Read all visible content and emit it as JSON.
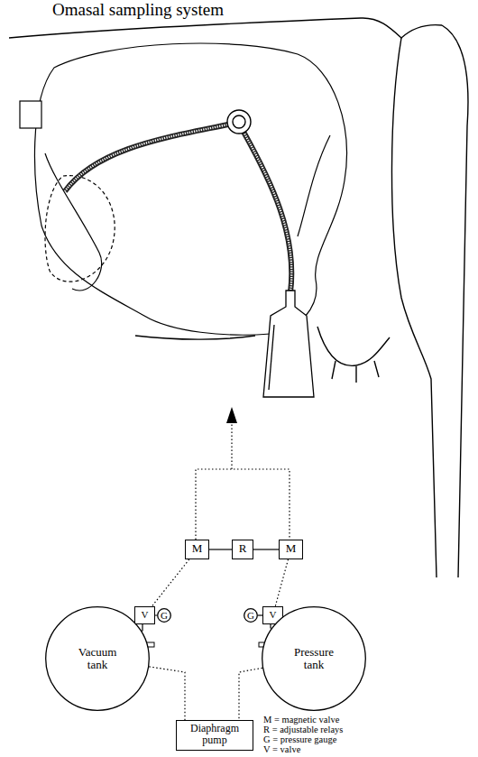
{
  "diagram": {
    "title": "Omasal sampling system",
    "nodes": [
      {
        "text": [
          "M"
        ]
      },
      {
        "text": [
          "R"
        ]
      },
      {
        "text": [
          "M"
        ]
      },
      {
        "text": [
          "G"
        ]
      },
      {
        "text": [
          "V"
        ]
      },
      {
        "text": [
          "Vacuum tank"
        ]
      },
      {
        "text": [
          "G"
        ]
      },
      {
        "text": [
          "V"
        ]
      },
      {
        "text": [
          "Pressure tank"
        ]
      },
      {
        "text": [
          "Diaphragm pump"
        ]
      }
    ],
    "edges": [
      {
        "from": 0,
        "to": 1,
        "arrow": "none"
      },
      {
        "from": 1,
        "to": 2,
        "arrow": "none"
      },
      {
        "from": 0,
        "to": 2,
        "arrow": "none"
      },
      {
        "from": 0,
        "to": 4,
        "arrow": "none"
      },
      {
        "from": 2,
        "to": 7,
        "arrow": "none"
      },
      {
        "from": 3,
        "to": 4,
        "arrow": "none"
      },
      {
        "from": 4,
        "to": 5,
        "arrow": "none"
      },
      {
        "from": 6,
        "to": 7,
        "arrow": "none"
      },
      {
        "from": 7,
        "to": 8,
        "arrow": "none"
      },
      {
        "from": 5,
        "to": 9,
        "arrow": "none"
      },
      {
        "from": 8,
        "to": 9,
        "arrow": "none"
      }
    ],
    "labels": [
      "M = magnetic valve",
      "R = adjustable relays",
      "G = pressure gauge",
      "V = valve"
    ]
  }
}
